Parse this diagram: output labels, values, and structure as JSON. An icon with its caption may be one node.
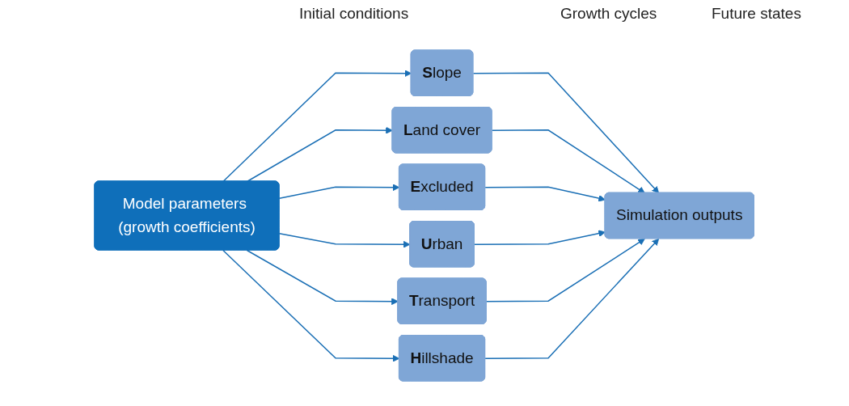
{
  "diagram": {
    "nodes": [
      {
        "text": [
          "Model parameters (growth coefficients)"
        ]
      },
      {
        "text": [
          "**S**lope"
        ]
      },
      {
        "text": [
          "**L**and cover"
        ]
      },
      {
        "text": [
          "**E**xcluded"
        ]
      },
      {
        "text": [
          "**U**rban"
        ]
      },
      {
        "text": [
          "**T**ransport"
        ]
      },
      {
        "text": [
          "**H**illshade"
        ]
      },
      {
        "text": [
          "Simulation outputs"
        ]
      }
    ],
    "edges": [
      {
        "from": 0,
        "to": 1,
        "arrow": "to"
      },
      {
        "from": 0,
        "to": 2,
        "arrow": "to"
      },
      {
        "from": 0,
        "to": 3,
        "arrow": "to"
      },
      {
        "from": 0,
        "to": 4,
        "arrow": "to"
      },
      {
        "from": 0,
        "to": 5,
        "arrow": "to"
      },
      {
        "from": 0,
        "to": 6,
        "arrow": "to"
      },
      {
        "from": 1,
        "to": 7,
        "arrow": "to"
      },
      {
        "from": 2,
        "to": 7,
        "arrow": "to"
      },
      {
        "from": 3,
        "to": 7,
        "arrow": "to"
      },
      {
        "from": 4,
        "to": 7,
        "arrow": "to"
      },
      {
        "from": 5,
        "to": 7,
        "arrow": "to"
      },
      {
        "from": 6,
        "to": 7,
        "arrow": "to"
      }
    ],
    "labels": [
      "Initial conditions",
      "Growth cycles",
      "Future states"
    ]
  }
}
